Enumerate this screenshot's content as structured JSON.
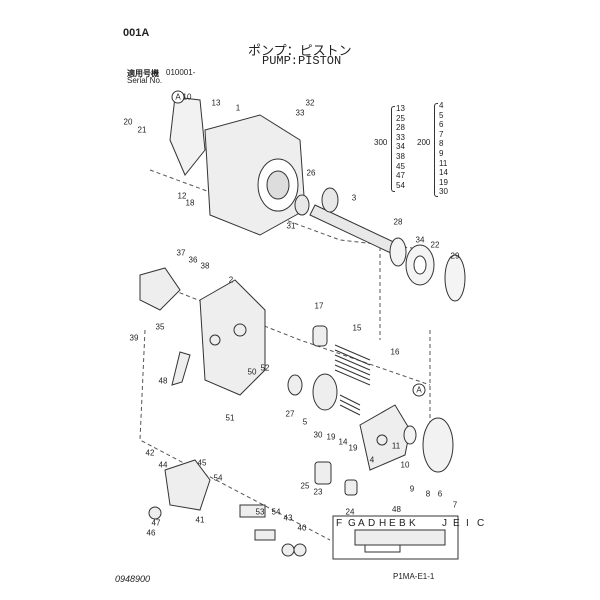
{
  "page_code": "001A",
  "title_jp": "ポンプ：ピストン",
  "title_en": "PUMP:PISTON",
  "serial": {
    "label_jp": "適用号機",
    "value": "010001-",
    "label_en": "Serial No."
  },
  "kits": [
    {
      "number": "300",
      "items": [
        "13",
        "25",
        "28",
        "33",
        "34",
        "38",
        "45",
        "47",
        "54"
      ]
    },
    {
      "number": "200",
      "items": [
        "4",
        "5",
        "6",
        "7",
        "8",
        "9",
        "11",
        "14",
        "19",
        "30"
      ]
    }
  ],
  "callouts": [
    "10",
    "13",
    "1",
    "32",
    "33",
    "20",
    "21",
    "12",
    "18",
    "26",
    "3",
    "31",
    "28",
    "34",
    "22",
    "29",
    "37",
    "36",
    "38",
    "2",
    "35",
    "39",
    "17",
    "15",
    "16",
    "52",
    "50",
    "48",
    "51",
    "27",
    "5",
    "30",
    "19",
    "14",
    "19",
    "4",
    "11",
    "10",
    "9",
    "8",
    "6",
    "7",
    "42",
    "44",
    "45",
    "54",
    "47",
    "46",
    "41",
    "53",
    "54",
    "43",
    "40",
    "25",
    "23",
    "24",
    "48"
  ],
  "reference_marker": "A",
  "inset": {
    "number": "48",
    "labels": [
      "F",
      "G",
      "A",
      "D",
      "H",
      "E",
      "B",
      "K",
      "J",
      "E",
      "I",
      "C"
    ]
  },
  "footer": {
    "left": "0948900",
    "right": "P1MA-E1-1"
  }
}
